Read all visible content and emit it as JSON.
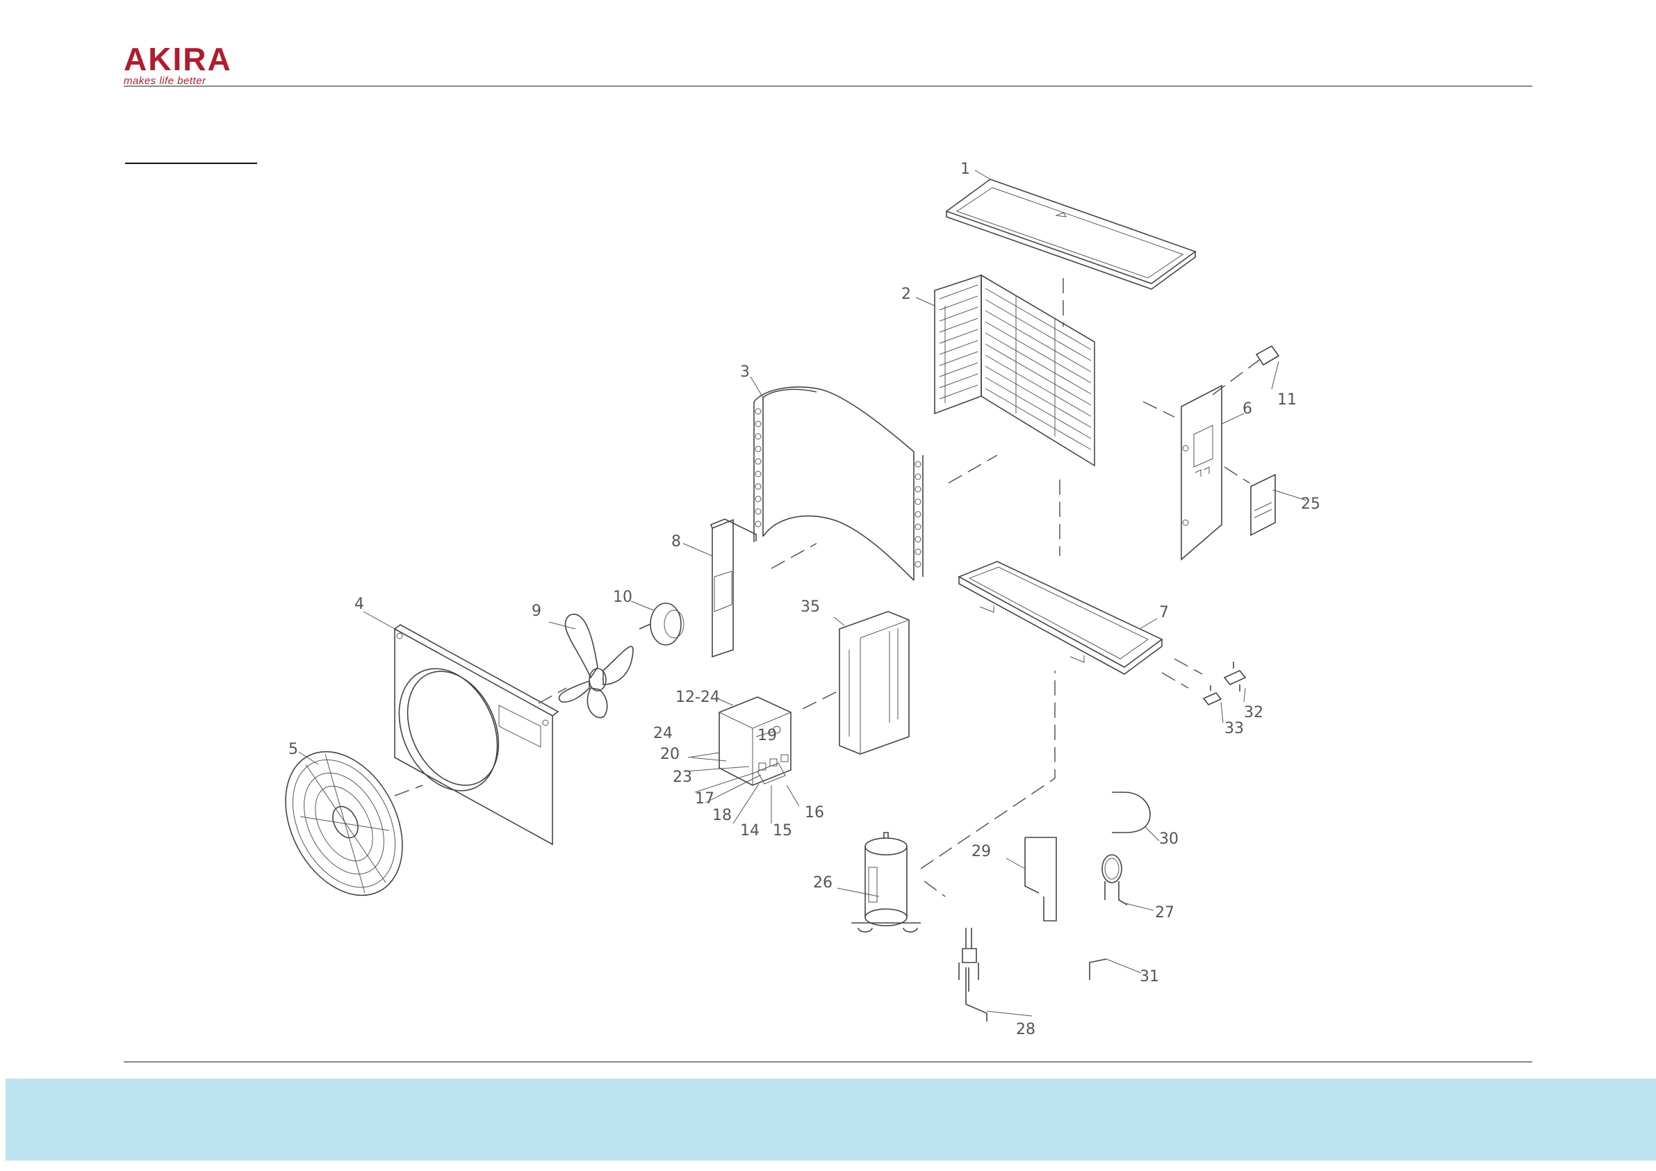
{
  "brand": {
    "name": "AKIRA",
    "tagline": "makes life better"
  },
  "colors": {
    "brand": "#b01c2e",
    "footer_band": "#bde3f0",
    "rule": "#8a8a8a"
  },
  "labels": {
    "l1": "1",
    "l2": "2",
    "l3": "3",
    "l4": "4",
    "l5": "5",
    "l6": "6",
    "l7": "7",
    "l8": "8",
    "l9": "9",
    "l10": "10",
    "l11": "11",
    "l12_24": "12-24",
    "l14": "14",
    "l15": "15",
    "l16": "16",
    "l17": "17",
    "l18": "18",
    "l19": "19",
    "l20": "20",
    "l23": "23",
    "l24": "24",
    "l25": "25",
    "l26": "26",
    "l27": "27",
    "l28": "28",
    "l29": "29",
    "l30": "30",
    "l31": "31",
    "l32": "32",
    "l33": "33",
    "l35": "35"
  }
}
